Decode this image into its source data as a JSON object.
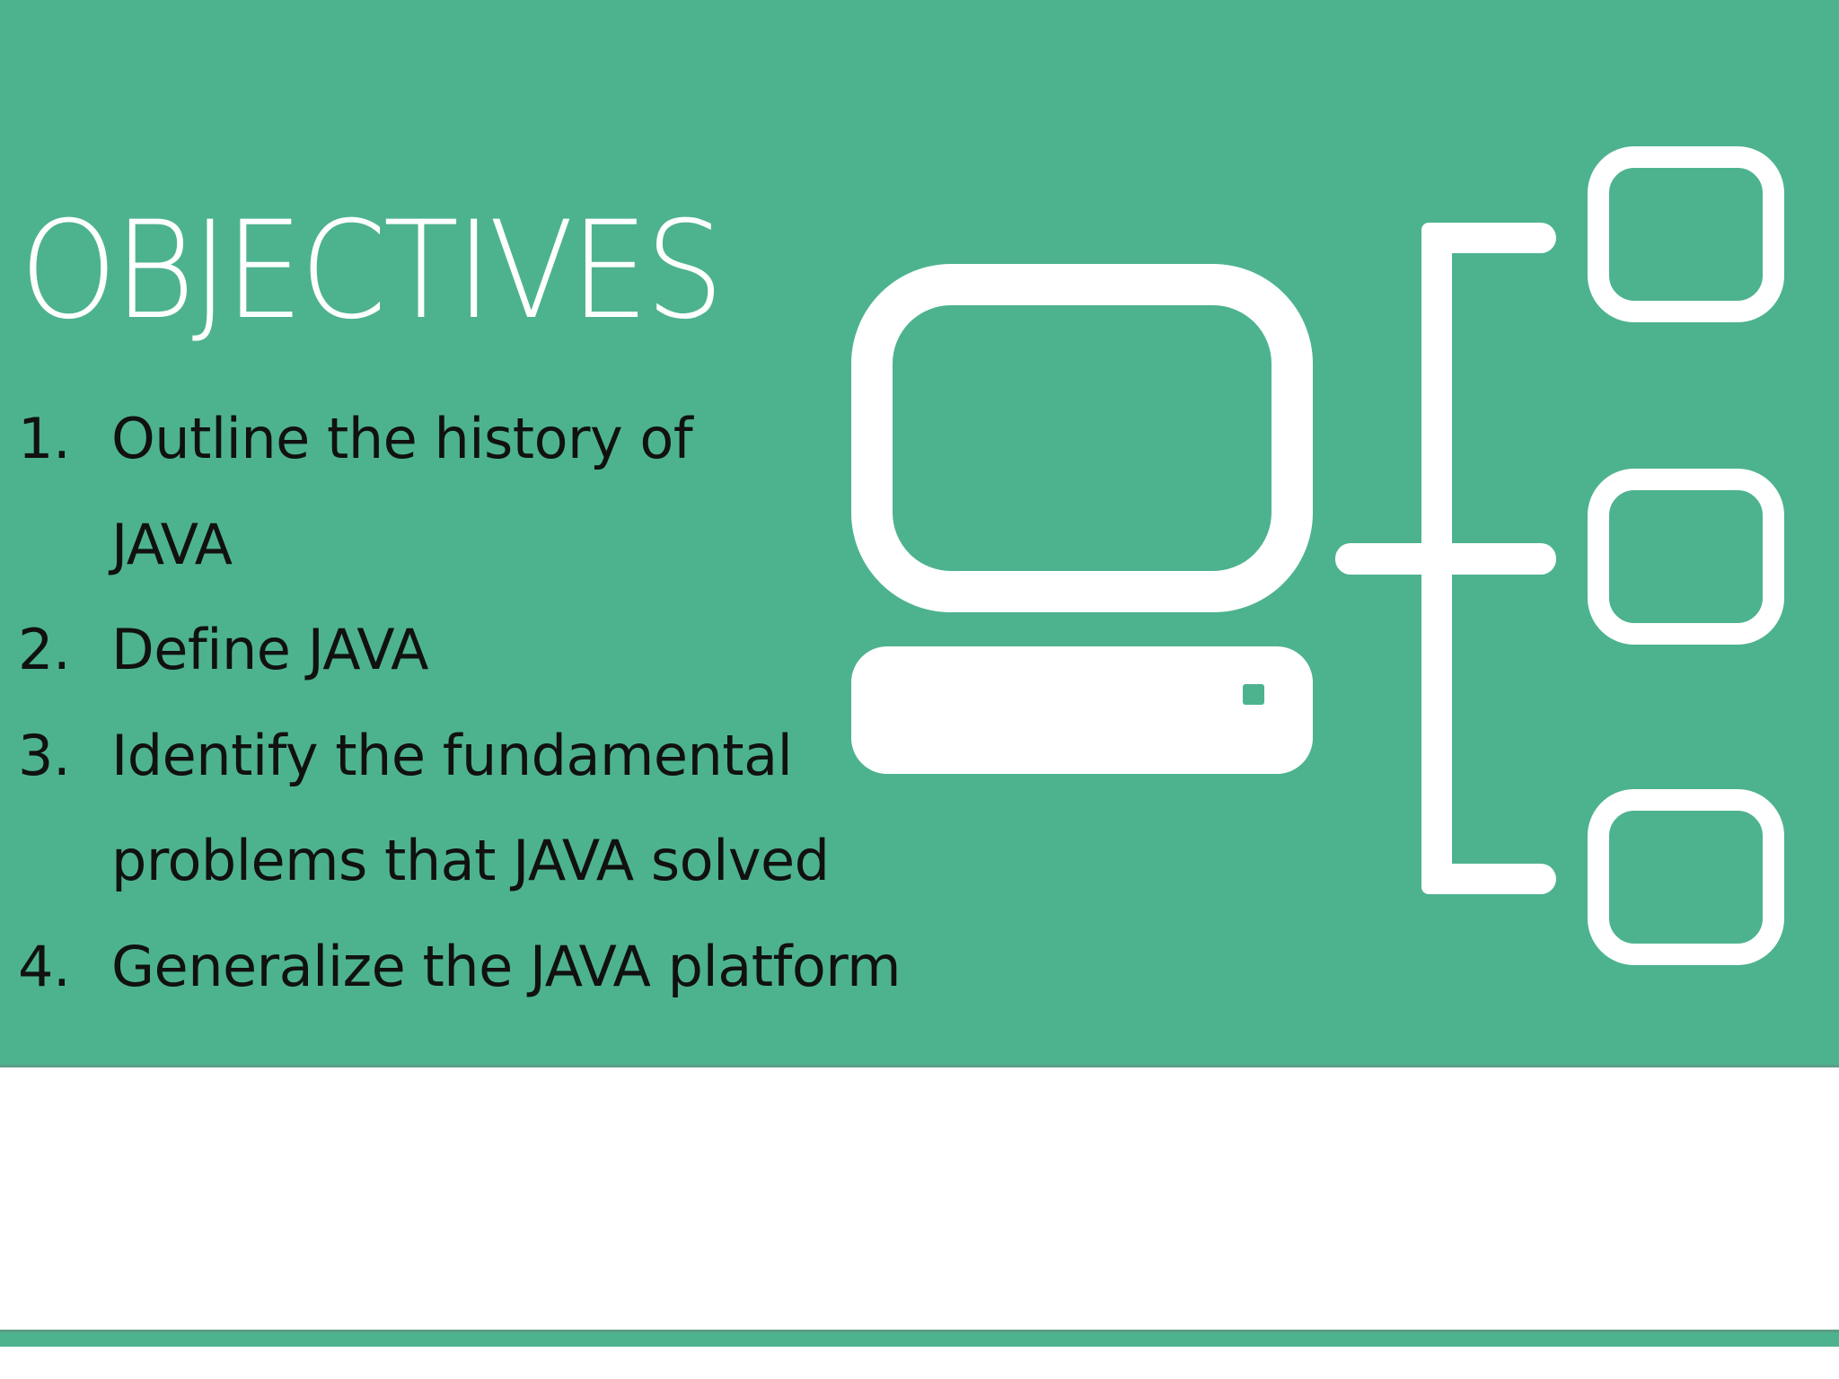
{
  "slide": {
    "title": "OBJECTIVES",
    "objectives": [
      {
        "number": "1.",
        "lines": [
          "Outline the history of",
          "JAVA"
        ]
      },
      {
        "number": "2.",
        "lines": [
          "Define JAVA"
        ]
      },
      {
        "number": "3.",
        "lines": [
          "Identify the fundamental",
          "problems that JAVA solved"
        ]
      },
      {
        "number": "4.",
        "lines": [
          "Generalize the JAVA platform"
        ]
      }
    ],
    "illustration": {
      "icons": [
        "computer-icon",
        "tree-connector-icon",
        "node-box-icon",
        "node-box-icon",
        "node-box-icon"
      ]
    }
  },
  "colors": {
    "band": "#4db38e",
    "title_text": "#ffffff",
    "body_text": "#111111",
    "icon_stroke": "#ffffff",
    "background": "#ffffff"
  }
}
